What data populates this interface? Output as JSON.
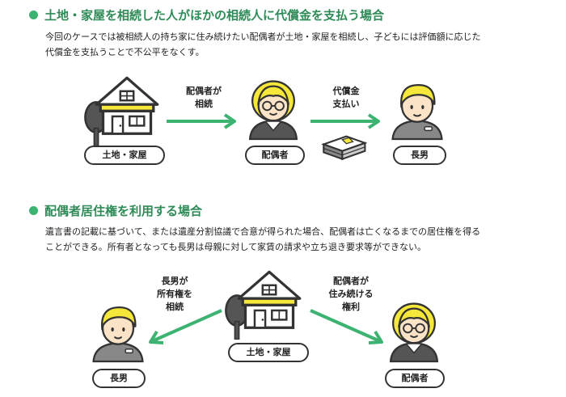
{
  "section1": {
    "title": "土地・家屋を相続した人がほかの相続人に代償金を支払う場合",
    "desc_line1": "今回のケースでは被相続人の持ち家に住み続けたい配偶者が土地・家屋を相続し、子どもには評価額に応じた",
    "desc_line2": "代償金を支払うことで不公平をなくす。",
    "house_label": "土地・家屋",
    "arrow1_line1": "配偶者が",
    "arrow1_line2": "相続",
    "spouse_label": "配偶者",
    "arrow2_line1": "代償金",
    "arrow2_line2": "支払い",
    "son_label": "長男"
  },
  "section2": {
    "title": "配偶者居住権を利用する場合",
    "desc_line1": "遺言書の記載に基づいて、または遺産分割協議で合意が得られた場合、配偶者は亡くなるまでの居住権を得る",
    "desc_line2": "ことができる。所有者となっても長男は母親に対して家賃の請求や立ち退き要求等ができない。",
    "left_arrow_line1": "長男が",
    "left_arrow_line2": "所有権を",
    "left_arrow_line3": "相続",
    "right_arrow_line1": "配偶者が",
    "right_arrow_line2": "住み続ける",
    "right_arrow_line3": "権利",
    "son_label": "長男",
    "house_label": "土地・家屋",
    "spouse_label": "配偶者"
  },
  "colors": {
    "accent_green": "#3cb371",
    "title_green": "#2e8b57",
    "yellow": "#f5e83a",
    "skin": "#fbe3c8",
    "dark_gray": "#555555"
  },
  "icons": [
    "house-icon",
    "tree-icon",
    "spouse-icon",
    "son-icon",
    "money-icon",
    "arrow-icon"
  ]
}
